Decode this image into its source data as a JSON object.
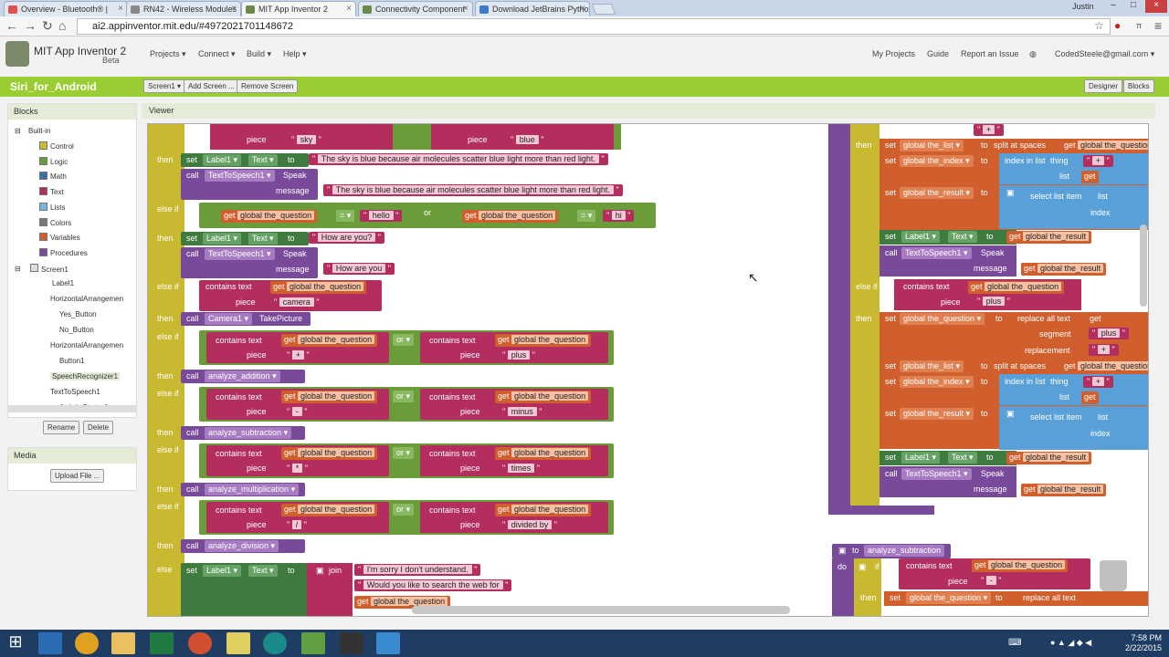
{
  "browser": {
    "tabs": [
      {
        "label": "Overview - Bluetooth® |",
        "color": "#e05050"
      },
      {
        "label": "RN42 - Wireless Modules",
        "color": "#888888"
      },
      {
        "label": "MIT App Inventor 2",
        "color": "#6a8a4a"
      },
      {
        "label": "Connectivity Component",
        "color": "#6a8a4a"
      },
      {
        "label": "Download JetBrains Pytho",
        "color": "#3a7ad0"
      }
    ],
    "user": "Justin",
    "url": "ai2.appinventor.mit.edu/#4972021701148672"
  },
  "app": {
    "title": "MIT App Inventor 2",
    "beta": "Beta",
    "menus": [
      "Projects",
      "Connect",
      "Build",
      "Help"
    ],
    "right_menus": [
      "My Projects",
      "Guide",
      "Report an Issue"
    ],
    "email": "CodedSteele@gmail.com"
  },
  "project": {
    "name": "Siri_for_Android",
    "screen_btn": "Screen1",
    "add_screen": "Add Screen ...",
    "remove_screen": "Remove Screen",
    "designer": "Designer",
    "blocks": "Blocks"
  },
  "sidebar": {
    "title": "Blocks",
    "builtin": "Built-in",
    "builtins": [
      {
        "label": "Control",
        "color": "#c9b930"
      },
      {
        "label": "Logic",
        "color": "#6a9c3a"
      },
      {
        "label": "Math",
        "color": "#3a6ea8"
      },
      {
        "label": "Text",
        "color": "#b32d5e"
      },
      {
        "label": "Lists",
        "color": "#7ab4e0"
      },
      {
        "label": "Colors",
        "color": "#777777"
      },
      {
        "label": "Variables",
        "color": "#d05f2d"
      },
      {
        "label": "Procedures",
        "color": "#7a4a9a"
      }
    ],
    "screen": "Screen1",
    "components": [
      "Label1",
      "HorizontalArrangemen",
      "Yes_Button",
      "No_Button",
      "HorizontalArrangemen",
      "Button1",
      "SpeechRecognizer1",
      "TextToSpeech1",
      "ActivityStarter1"
    ],
    "rename": "Rename",
    "delete": "Delete"
  },
  "media": {
    "title": "Media",
    "upload": "Upload File ..."
  },
  "viewer": {
    "title": "Viewer"
  },
  "blocks_text": {
    "contains_text": "contains text",
    "piece": "piece",
    "get": "get",
    "global_question": "global the_question",
    "sky": "sky",
    "blue": "blue",
    "then": "then",
    "else_if": "else if",
    "else": "else",
    "set": "set",
    "label1": "Label1",
    "text_prop": "Text",
    "to": "to",
    "sky_answer": "The sky is blue because air molecules scatter blue light more than red light.",
    "call": "call",
    "tts": "TextToSpeech1",
    "speak": "Speak",
    "message": "message",
    "eq": "=",
    "or": "or",
    "hello": "hello",
    "hi": "hi",
    "how_are_you_q": "How are you?",
    "how_are_you": "How are you",
    "camera": "camera",
    "camera1": "Camera1",
    "take_picture": "TakePicture",
    "plus": "plus",
    "plus_sym": "+",
    "minus": "minus",
    "minus_sym": "-",
    "times": "times",
    "times_sym": "*",
    "divided_by": "divided by",
    "div_sym": "/",
    "analyze_addition": "analyze_addition",
    "analyze_subtraction": "analyze_subtraction",
    "analyze_multiplication": "analyze_multiplication",
    "analyze_division": "analyze_division",
    "join": "join",
    "sorry": "I'm sorry I don't understand.",
    "search_web": "Would you like to search the web for",
    "global_list": "global the_list",
    "split_spaces": "split at spaces",
    "global_index": "global the_index",
    "index_in_list": "index in list",
    "thing": "thing",
    "list": "list",
    "global_result": "global the_result",
    "select_list_item": "select list item",
    "index": "index",
    "replace_all": "replace all text",
    "segment": "segment",
    "replacement": "replacement",
    "to_analyze_subtraction": "analyze_subtraction",
    "do": "do",
    "if": "if"
  },
  "taskbar": {
    "time": "7:58 PM",
    "date": "2/22/2015"
  }
}
